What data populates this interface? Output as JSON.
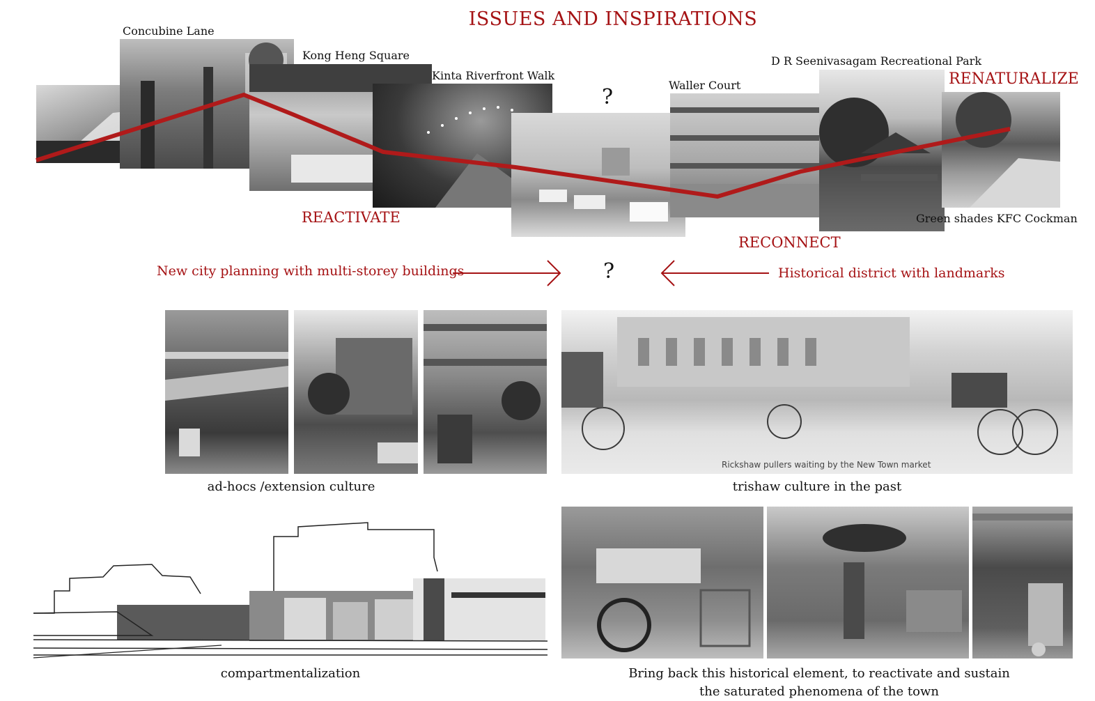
{
  "title": "ISSUES AND INSPIRATIONS",
  "strip": {
    "places": {
      "concubine_lane": "Concubine Lane",
      "kong_heng_square": "Kong Heng Square",
      "kinta_riverfront_walk": "Kinta Riverfront Walk",
      "waller_court": "Waller Court",
      "dr_park": "D R Seenivasagam Recreational Park",
      "green_shades": "Green shades KFC Cockman"
    },
    "question_mark": "?",
    "themes": {
      "reactivate": "REACTIVATE",
      "reconnect": "RECONNECT",
      "renaturalize": "RENATURALIZE"
    }
  },
  "contrast": {
    "left": "New city planning with multi-storey buildings",
    "center": "?",
    "right": "Historical district with landmarks"
  },
  "captions": {
    "adhocs": "ad-hocs /extension culture",
    "trishaw": "trishaw culture in the past",
    "compartment": "compartmentalization",
    "bring_back": "Bring back this historical element, to reactivate and sustain the saturated phenomena of the town"
  },
  "photo_text": {
    "rickshaw_caption": "Rickshaw pullers waiting by the New Town market"
  },
  "colors": {
    "accent": "#a51214",
    "route_line": "#b01a1a"
  }
}
